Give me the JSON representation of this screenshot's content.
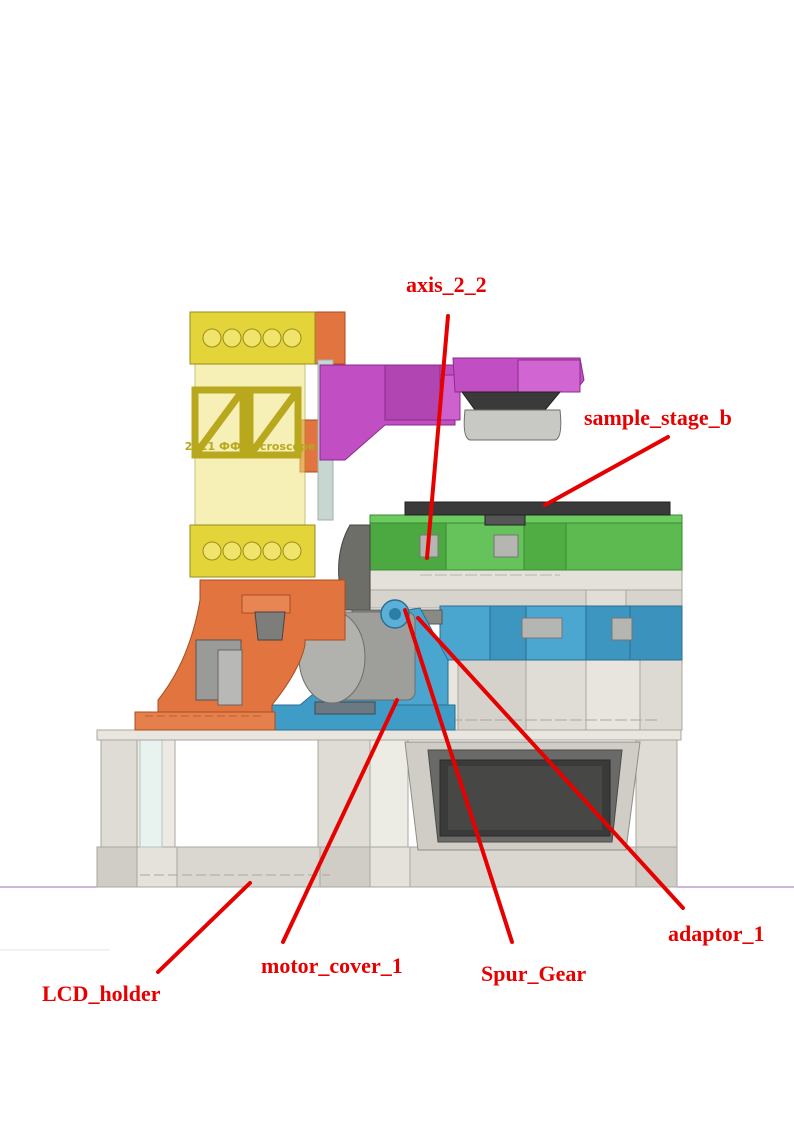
{
  "labels": {
    "axis": "axis_2_2",
    "sample_stage": "sample_stage_b",
    "adaptor": "adaptor_1",
    "spur_gear": "Spur_Gear",
    "motor_cover": "motor_cover_1",
    "lcd_holder": "LCD_holder"
  },
  "yellow_logo_text": "2021 ФФ microscope",
  "colors": {
    "callout": "#e60000",
    "background": "#ffffff",
    "base_gray": "#dcdad3",
    "yellow": "#e3d43a",
    "orange": "#e2743f",
    "magenta": "#c24ec3",
    "green": "#5ab84e",
    "blue": "#3d98c2",
    "motor_gray": "#a8a8a6",
    "dark": "#3a3a3a",
    "ground_line": "#9b6fb0"
  }
}
